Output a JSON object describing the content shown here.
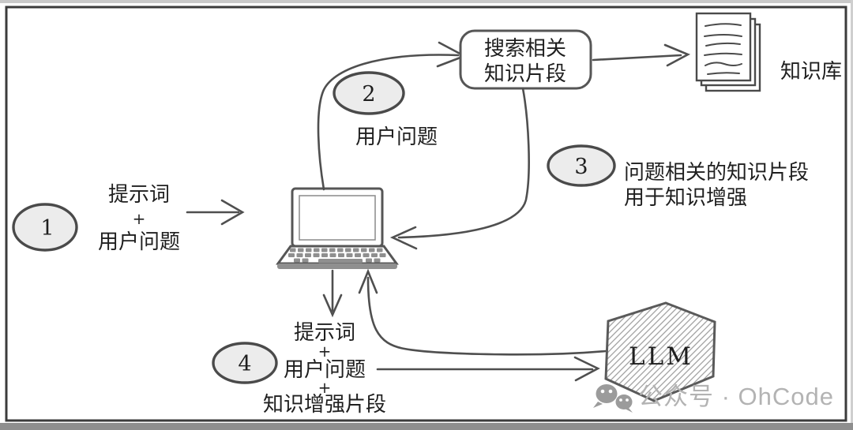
{
  "frame": {
    "border_color": "#3b3b3b",
    "top_strip_color": "#c9c9c9",
    "bottom_bar_color": "#8e8e8e",
    "background": "#ffffff"
  },
  "palette": {
    "line": "#4f4f4f",
    "node_fill": "#ececec",
    "hatch": "#9a9a9a",
    "text": "#1f1f1f",
    "watermark_gray": "#b3b3b3",
    "wechat_gray": "#9b9b9b"
  },
  "nodes": {
    "step1": {
      "number": "1",
      "line1": "提示词",
      "line2": "+",
      "line3": "用户问题"
    },
    "step2": {
      "number": "2",
      "label": "用户问题"
    },
    "step3": {
      "number": "3",
      "line1": "问题相关的知识片段",
      "line2": "用于知识增强"
    },
    "step4": {
      "number": "4",
      "line1": "提示词",
      "line2": "+",
      "line3": "用户问题",
      "line4": "+",
      "line5": "知识增强片段"
    },
    "search_box": {
      "line1": "搜索相关",
      "line2": "知识片段"
    },
    "knowledge_base": {
      "label": "知识库"
    },
    "llm": {
      "label": "LLM"
    }
  },
  "icons": {
    "laptop": "laptop-icon",
    "documents": "documents-icon",
    "wechat": "wechat-icon"
  },
  "watermark": {
    "text": "公众号 · OhCode"
  }
}
